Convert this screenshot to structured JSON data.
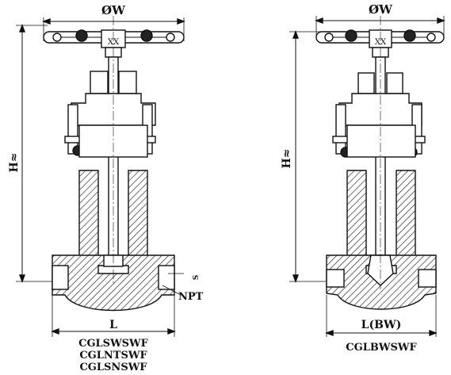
{
  "left_valve": {
    "width_label": "ØW",
    "height_label": "H≈",
    "length_label": "L",
    "thread_label": "NPT",
    "socket_label": "S",
    "models": [
      "CGLSWSWF",
      "CGLNTSWF",
      "CGLSNSWF"
    ]
  },
  "right_valve": {
    "width_label": "ØW",
    "height_label": "H≈",
    "length_label": "L(BW)",
    "models": [
      "CGLBWSWF"
    ]
  }
}
